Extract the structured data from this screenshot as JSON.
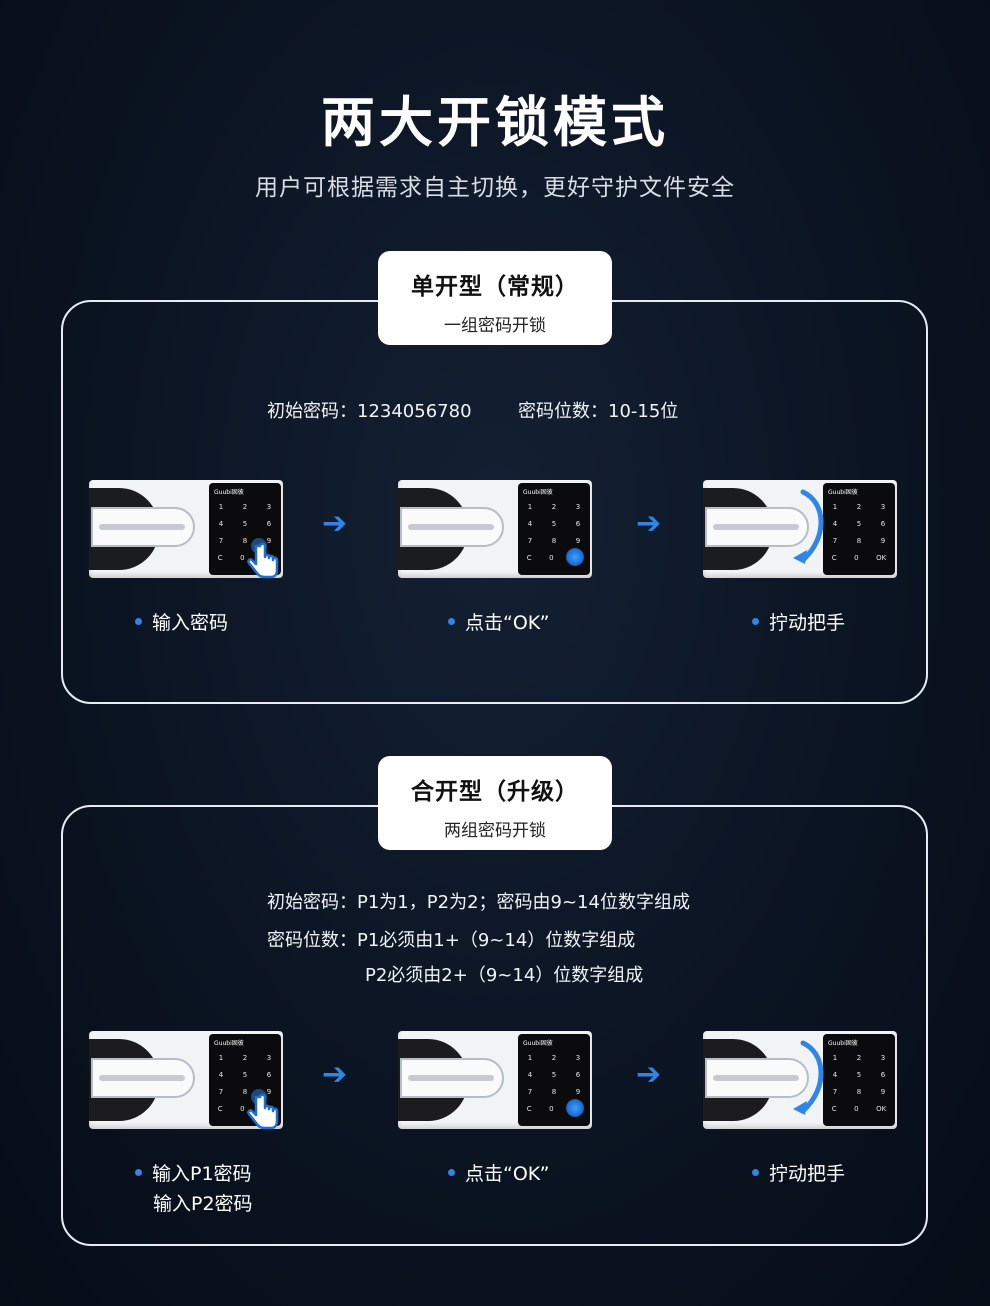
{
  "header": {
    "title": "两大开锁模式",
    "subtitle": "用户可根据需求自主切换，更好守护文件安全"
  },
  "accent_color": "#2f86e6",
  "modes": [
    {
      "name": "单开型（常规）",
      "desc": "一组密码开锁",
      "info_line1_a": "初始密码：1234056780",
      "info_line1_b": "密码位数：10-15位",
      "steps": {
        "step1": "输入密码",
        "step2": "点击“OK”",
        "step3": "拧动把手"
      }
    },
    {
      "name": "合开型（升级）",
      "desc": "两组密码开锁",
      "info_line1": "初始密码：P1为1，P2为2；密码由9~14位数字组成",
      "info_line2": "密码位数：P1必须由1+（9~14）位数字组成",
      "info_line3": "P2必须由2+（9~14）位数字组成",
      "steps": {
        "step1a": "输入P1密码",
        "step1b": "输入P2密码",
        "step2": "点击“OK”",
        "step3": "拧动把手"
      }
    }
  ],
  "keypad": {
    "brand": "Guubi固彼",
    "rows": [
      [
        "1",
        "2",
        "3"
      ],
      [
        "4",
        "5",
        "6"
      ],
      [
        "7",
        "8",
        "9"
      ],
      [
        "C",
        "0",
        "OK"
      ]
    ]
  },
  "icons": {
    "arrow": "arrow-right-icon",
    "hand": "pointing-hand-icon",
    "turn": "rotate-arrow-icon"
  }
}
